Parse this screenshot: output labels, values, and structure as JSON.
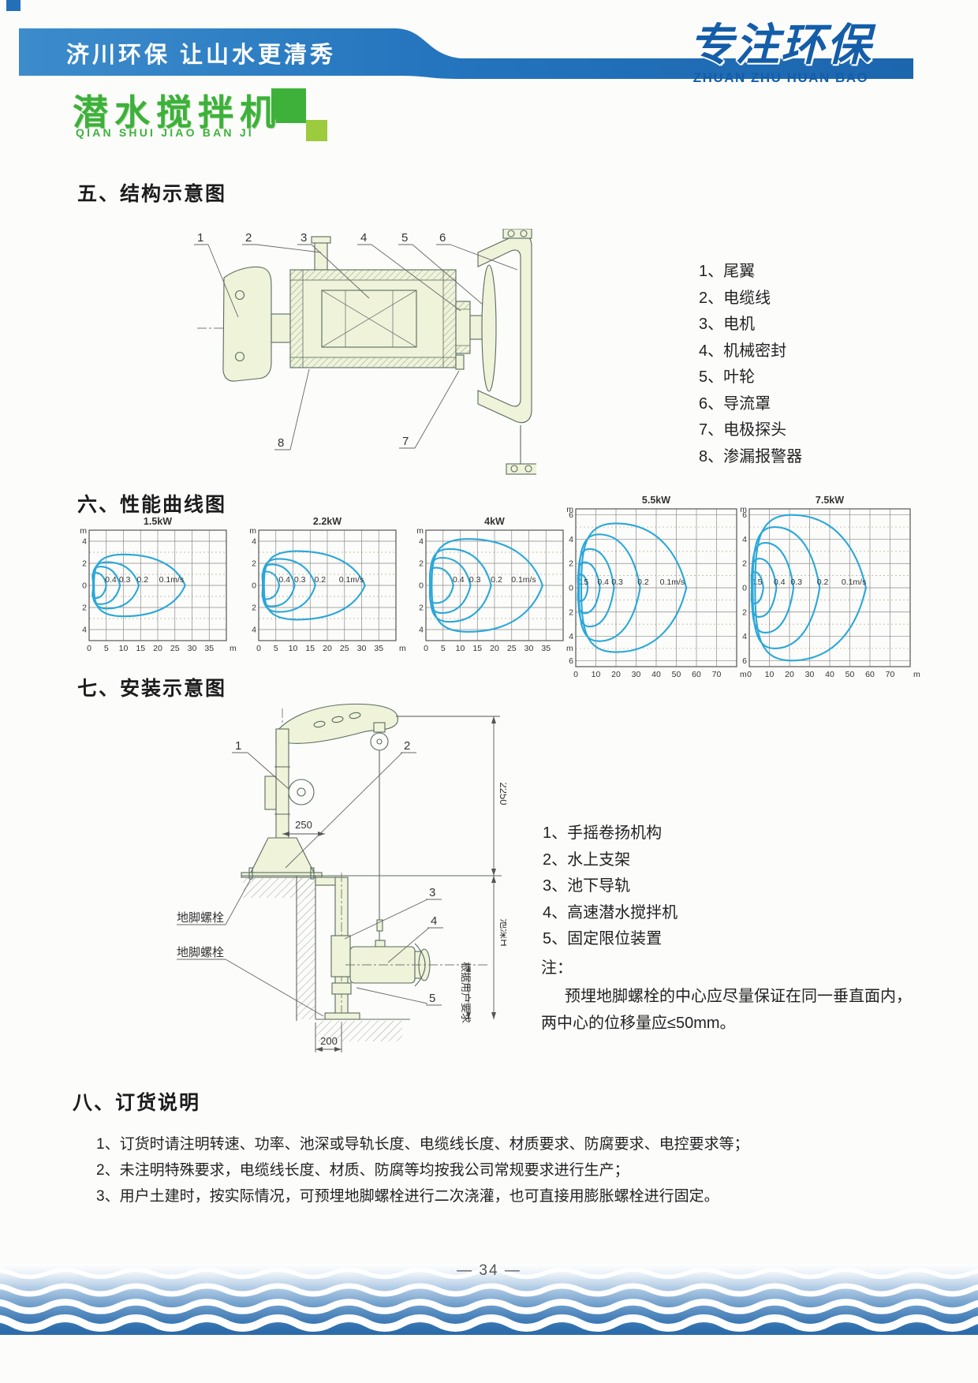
{
  "header": {
    "banner_slogan": "济川环保  让山水更清秀",
    "logo_title": "专注环保",
    "logo_subtitle": "ZHUAN ZHU HUAN BAO",
    "product_title": "潜水搅拌机",
    "product_subtitle": "QIAN SHUI JIAO BAN JI"
  },
  "colors": {
    "banner_blue": "#2373bd",
    "logo_blue": "#145da8",
    "brand_green": "#3db13a",
    "light_green": "#9ccb3d",
    "curve_cyan": "#2aa7d9",
    "drawing_fill": "#eef3da"
  },
  "sections": {
    "structure": {
      "heading": "五、结构示意图",
      "callouts": [
        "1",
        "2",
        "3",
        "4",
        "5",
        "6",
        "7",
        "8"
      ],
      "parts": [
        "1、尾翼",
        "2、电缆线",
        "3、电机",
        "4、机械密封",
        "5、叶轮",
        "6、导流罩",
        "7、电极探头",
        "8、渗漏报警器"
      ]
    },
    "performance": {
      "heading": "六、性能曲线图"
    },
    "installation": {
      "heading": "七、安装示意图",
      "callouts": [
        "1",
        "2",
        "3",
        "4",
        "5"
      ],
      "parts": [
        "1、手摇卷扬机构",
        "2、水上支架",
        "3、池下导轨",
        "4、高速潜水搅拌机",
        "5、固定限位装置"
      ],
      "note_label": "注：",
      "note_line1": "预埋地脚螺栓的中心应尽量保证在同一垂直面内，",
      "note_line2": "两中心的位移量应≤50mm。",
      "dim_2250": "2250",
      "dim_250": "250",
      "dim_200": "200",
      "anchor_bolt_label": "地脚螺栓",
      "pool_depth_label": "池深H",
      "per_user_label": "根据用户要求"
    },
    "ordering": {
      "heading": "八、订货说明",
      "items": [
        "1、订货时请注明转速、功率、池深或导轨长度、电缆线长度、材质要求、防腐要求、电控要求等；",
        "2、未注明特殊要求，电缆线长度、材质、防腐等均按我公司常规要求进行生产；",
        "3、用户土建时，按实际情况，可预埋地脚螺栓进行二次浇灌，也可直接用膨胀螺栓进行固定。"
      ]
    }
  },
  "footer": {
    "page_number": "— 34 —"
  },
  "chart_data": [
    {
      "type": "line",
      "title": "1.5kW",
      "x_unit": "m",
      "y_unit": "m",
      "x_ticks": [
        0,
        5,
        10,
        15,
        20,
        25,
        30,
        35
      ],
      "x_max": 40,
      "y_ticks": [
        "4",
        "2",
        "0",
        "2",
        "4"
      ],
      "y_range_abs": 5,
      "grid": true,
      "legend_position": "none",
      "contours": [
        {
          "label": "0.4",
          "reach_m": 5,
          "half_height_m": 1.15,
          "label_x_m": 6.3
        },
        {
          "label": "0.3",
          "reach_m": 9,
          "half_height_m": 1.7,
          "label_x_m": 10.4
        },
        {
          "label": "0.2",
          "reach_m": 14.5,
          "half_height_m": 2.1,
          "label_x_m": 15.6
        },
        {
          "label": "0.1m/s",
          "reach_m": 28,
          "half_height_m": 2.8,
          "label_x_m": 24
        }
      ]
    },
    {
      "type": "line",
      "title": "2.2kW",
      "x_unit": "m",
      "y_unit": "m",
      "x_ticks": [
        0,
        5,
        10,
        15,
        20,
        25,
        30,
        35
      ],
      "x_max": 40,
      "y_ticks": [
        "4",
        "2",
        "0",
        "2",
        "4"
      ],
      "y_range_abs": 5,
      "grid": true,
      "legend_position": "none",
      "contours": [
        {
          "label": "0.4",
          "reach_m": 6,
          "half_height_m": 1.25,
          "label_x_m": 7.5
        },
        {
          "label": "0.3",
          "reach_m": 10.5,
          "half_height_m": 1.9,
          "label_x_m": 12
        },
        {
          "label": "0.2",
          "reach_m": 16.5,
          "half_height_m": 2.4,
          "label_x_m": 17.9
        },
        {
          "label": "0.1m/s",
          "reach_m": 31,
          "half_height_m": 3.1,
          "label_x_m": 27
        }
      ]
    },
    {
      "type": "line",
      "title": "4kW",
      "x_unit": "m",
      "y_unit": "m",
      "x_ticks": [
        0,
        5,
        10,
        15,
        20,
        25,
        30,
        35
      ],
      "x_max": 40,
      "y_ticks": [
        "4",
        "2",
        "0",
        "2",
        "4"
      ],
      "y_range_abs": 5,
      "grid": true,
      "legend_position": "none",
      "contours": [
        {
          "label": "0.4",
          "reach_m": 8,
          "half_height_m": 1.6,
          "label_x_m": 9.5
        },
        {
          "label": "0.3",
          "reach_m": 13,
          "half_height_m": 2.5,
          "label_x_m": 14.3
        },
        {
          "label": "0.2",
          "reach_m": 19,
          "half_height_m": 3.3,
          "label_x_m": 20.6
        },
        {
          "label": "0.1m/s",
          "reach_m": 34,
          "half_height_m": 4.2,
          "label_x_m": 28.5
        }
      ]
    },
    {
      "type": "line",
      "title": "5.5kW",
      "x_unit": "m",
      "y_unit": "m",
      "x_ticks": [
        0,
        10,
        20,
        30,
        40,
        50,
        60,
        70
      ],
      "x_max": 80,
      "y_ticks": [
        "6",
        "4",
        "2",
        "0",
        "2",
        "4",
        "6"
      ],
      "y_range_abs": 6.5,
      "grid": true,
      "legend_position": "none",
      "contours": [
        {
          "label": "0.5",
          "reach_m": 6,
          "half_height_m": 1.1,
          "label_x_m": 3.5
        },
        {
          "label": "0.4",
          "reach_m": 12,
          "half_height_m": 2.1,
          "label_x_m": 13.6
        },
        {
          "label": "0.3",
          "reach_m": 19,
          "half_height_m": 3.2,
          "label_x_m": 20.6
        },
        {
          "label": "0.2",
          "reach_m": 32,
          "half_height_m": 4.4,
          "label_x_m": 33.5
        },
        {
          "label": "0.1m/s",
          "reach_m": 55,
          "half_height_m": 5.3,
          "label_x_m": 48
        }
      ]
    },
    {
      "type": "line",
      "title": "7.5kW",
      "x_unit": "m",
      "y_unit": "m",
      "x_ticks": [
        0,
        10,
        20,
        30,
        40,
        50,
        60,
        70
      ],
      "x_max": 80,
      "y_ticks": [
        "6",
        "4",
        "2",
        "0",
        "2",
        "4",
        "6"
      ],
      "y_range_abs": 6.5,
      "grid": true,
      "legend_position": "none",
      "contours": [
        {
          "label": "0.5",
          "reach_m": 7,
          "half_height_m": 1.3,
          "label_x_m": 3.6
        },
        {
          "label": "0.4",
          "reach_m": 13.5,
          "half_height_m": 2.4,
          "label_x_m": 15
        },
        {
          "label": "0.3",
          "reach_m": 22,
          "half_height_m": 3.7,
          "label_x_m": 23.4
        },
        {
          "label": "0.2",
          "reach_m": 35,
          "half_height_m": 5.0,
          "label_x_m": 36.5
        },
        {
          "label": "0.1m/s",
          "reach_m": 58,
          "half_height_m": 6.0,
          "label_x_m": 52
        }
      ]
    }
  ]
}
